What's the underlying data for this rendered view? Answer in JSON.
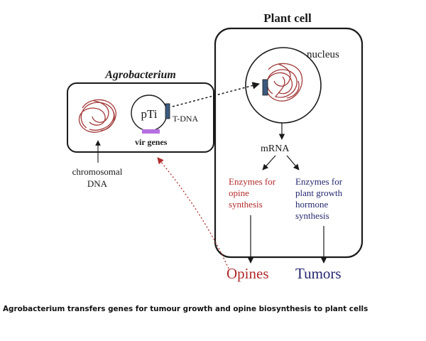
{
  "diagram": {
    "plant_cell_title": "Plant cell",
    "nucleus_label": "nucleus",
    "agrobacterium_title": "Agrobacterium",
    "pti_label": "pTi",
    "tdna_label": "T-DNA",
    "vir_genes_label": "vir genes",
    "chromosomal_label_line1": "chromosomal",
    "chromosomal_label_line2": "DNA",
    "mrna_label": "mRNA",
    "enzymes_opine_line1": "Enzymes for",
    "enzymes_opine_line2": "opine",
    "enzymes_opine_line3": "synthesis",
    "enzymes_growth_line1": "Enzymes for",
    "enzymes_growth_line2": "plant growth",
    "enzymes_growth_line3": "hormone",
    "enzymes_growth_line4": "synthesis",
    "opines_label": "Opines",
    "tumors_label": "Tumors"
  },
  "caption": "Agrobacterium transfers genes for tumour growth and opine biosynthesis to plant cells",
  "colors": {
    "outline": "#1a1a1a",
    "dna_coil": "#a23a3a",
    "opine_red": "#b22a2a",
    "growth_blue": "#23276e",
    "tdna_segment": "#3b5a80",
    "vir_purple": "#b56fe0"
  }
}
